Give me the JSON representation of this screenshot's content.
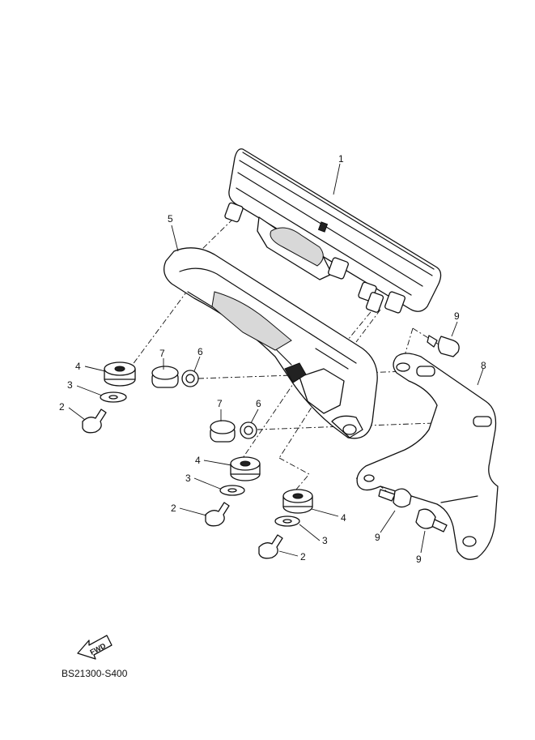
{
  "diagram": {
    "callouts": {
      "c1": "1",
      "c2a": "2",
      "c2b": "2",
      "c2c": "2",
      "c3a": "3",
      "c3b": "3",
      "c3c": "3",
      "c4a": "4",
      "c4b": "4",
      "c4c": "4",
      "c5": "5",
      "c6a": "6",
      "c6b": "6",
      "c7a": "7",
      "c7b": "7",
      "c8": "8",
      "c9a": "9",
      "c9b": "9",
      "c9c": "9"
    },
    "fwd_label": "FWD",
    "drawing_code": "BS21300-S400"
  }
}
